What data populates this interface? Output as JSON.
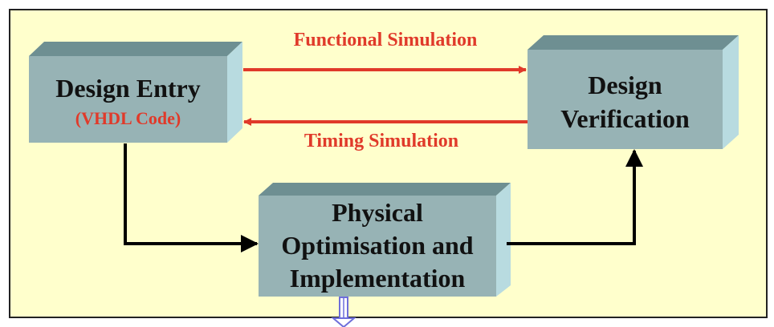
{
  "colors": {
    "background": "#ffffcc",
    "border": "#222222",
    "box_front": "#97b3b5",
    "box_top": "#6e8f92",
    "box_side": "#b8dbe0",
    "red_arrow": "#e03a2a",
    "black_arrow": "#000000",
    "blue_arrow": "#6e6eda",
    "red_text": "#e03a2a",
    "black_text": "#111111"
  },
  "boxes": {
    "design_entry": {
      "title": "Design Entry",
      "subtitle": "(VHDL Code)"
    },
    "design_verification": {
      "line1": "Design",
      "line2": "Verification"
    },
    "physical": {
      "line1": "Physical",
      "line2": "Optimisation and",
      "line3": "Implementation"
    }
  },
  "arrows": {
    "functional_simulation": "Functional Simulation",
    "timing_simulation": "Timing Simulation"
  }
}
